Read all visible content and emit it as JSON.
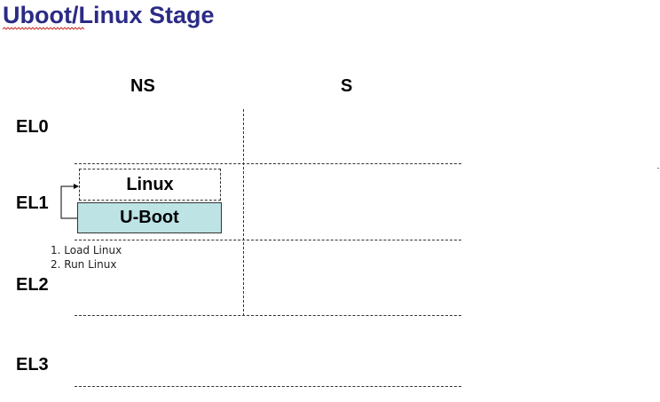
{
  "title": "Uboot/Linux Stage",
  "columns": {
    "ns": "NS",
    "s": "S"
  },
  "exception_levels": [
    "EL0",
    "EL1",
    "EL2",
    "EL3"
  ],
  "boxes": {
    "linux": "Linux",
    "uboot": "U-Boot"
  },
  "steps": [
    "1.  Load Linux",
    "2.  Run Linux"
  ],
  "colors": {
    "title": "#2b2b86",
    "uboot_fill": "#bde3e5",
    "spellcheck": "#d03030"
  }
}
